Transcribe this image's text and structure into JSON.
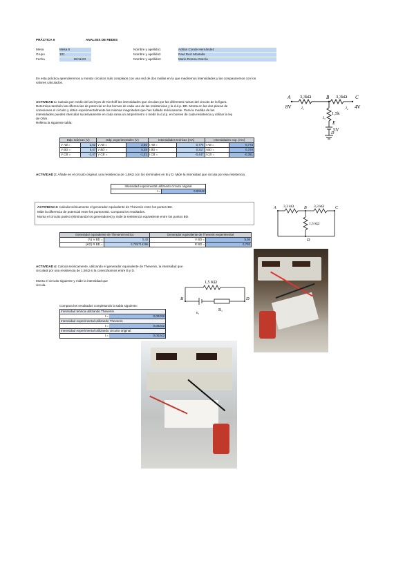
{
  "header": {
    "title": "PRÁCTICA 6",
    "subtitle": "ANALISIS DE REDES",
    "info": [
      {
        "label": "Mesa",
        "value": "Mesa 6"
      },
      {
        "label": "Grupo",
        "value": "101"
      },
      {
        "label": "Fecha",
        "value": "15/11/23"
      }
    ],
    "names": [
      {
        "label": "Nombre y apellido1",
        "value": "Adrián Conde Hernández"
      },
      {
        "label": "Nombre y apellido2",
        "value": "Raul Ruiz Montalla"
      },
      {
        "label": "Nombre y apellido3",
        "value": "Mario Romeu García"
      }
    ]
  },
  "intro": [
    "En esta práctica aprenderemos a montar circuitos más complejos con una red de dos mallas en la que mediremos intensidades y las compararemos con los",
    "valores calculados."
  ],
  "act1": {
    "title": "ACTIVIDAD 1:",
    "lines": [
      " Calcula por medio de las leyes de Kirchoff  las intensidades que circulan por las diferentes ramas del circuito de la figura.",
      "Determina también las diferencias de potencial en los bornes de cada una de las resistencias y la d.d.p. BD. Monta en las dos placas de",
      "conexiones el circuito y obtén experimentalmente las mismas magnitudes que has hallado teóricamente. Para la medida de las",
      "intensidades puedes intercalar sucesivamente en cada rama un amperímetro o medir la d.d.p. en bornes de cada resistencia y utilizar la ley",
      "de Ohm.",
      "Rellena la siguiente tabla:"
    ],
    "table": {
      "headers": [
        "Ddp. teóricas (V)",
        "Ddp. experimentales (V)",
        "Intensidades teóricas (mA)",
        "Intensidades exp. (mA)"
      ],
      "rows": [
        [
          "V AB =",
          "2,52",
          "V AB =",
          "2,55",
          "I AB =",
          "0,774",
          "I AB =",
          "0,773"
        ],
        [
          "V BD =",
          "5,47",
          "V BD =",
          "5,28",
          "I BD =",
          "0,317",
          "I BD =",
          "0,378"
        ],
        [
          "V CB =",
          "-1,47",
          "V CB =",
          "-1,31",
          "I CB =",
          "-0,447",
          "I CB =",
          "-0,351"
        ]
      ]
    }
  },
  "act2": {
    "title": "ACTIVIDAD 2:",
    "text": " Añade en el circuito original, una resistencia de 1,5KΩ con los terminales en B y D. Mide la intensidad que circula por esa resistencia.",
    "table": {
      "header": "Intensidad experimental utilizando circuito original",
      "label": "I =",
      "value": "0,00242"
    }
  },
  "act3": {
    "title": "ACTIVIDAD 3:",
    "lines": [
      " Calcula teóricamente el generador equivalente de Thevenin entre los puntos  BD.",
      "Mide la diferencia de potencial entre los puntos BD. Compara los resultados.",
      "Monta el circuito pasivo (eliminando los generadores) y mide la resistencia equivalente entre los puntos BD."
    ],
    "table": {
      "headers": [
        "Generador equivalente de Thevenin teórico",
        "Generador equivalente de Thevenin experimental"
      ],
      "rows": [
        [
          "(V) V BD =",
          "5,42",
          "V BD =",
          "5,36"
        ],
        [
          "(KΩ) R BD =",
          "0,785714286",
          "R BD =",
          "0,793"
        ]
      ]
    }
  },
  "act4": {
    "title": "ACTIVIDAD 4:",
    "lines": [
      " Calcula teóricamente, utilizando el generador equivalente de Thevenin, la intensidad que",
      "circulará por una resistencia de 1,5KΩ si la conectáramos entre B y D."
    ],
    "lines2": [
      "Monta el circuito siguiente y mide la intensidad que",
      "circula."
    ],
    "compare": "Compara los resultados completando la tabla siguiente:",
    "rows": [
      {
        "label": "Intensidad teórica utilizando Thevenin",
        "key": "I =",
        "value": "0,00238"
      },
      {
        "label": "Intensidad experimental utilizando Thevenin",
        "key": "I =",
        "value": "0,00242"
      },
      {
        "label": "Intensidad experimental utilizando circuito original",
        "key": "I =",
        "value": "0,00242"
      }
    ]
  },
  "fig1": {
    "A": "A",
    "B": "B",
    "C": "C",
    "D": "D",
    "E": "E",
    "r1": "3,3kΩ",
    "r2": "3,3kΩ",
    "r3": "1,5k",
    "v1": "8V",
    "v2": "4V",
    "v3": "5V",
    "i1": "I₁",
    "i2": "I₂",
    "i3": "I₃"
  },
  "fig2": {
    "A": "A",
    "B": "B",
    "C": "C",
    "D": "D",
    "r1": "3,3 kΩ",
    "r2": "3,3 kΩ",
    "r3": "1,5 kΩ"
  },
  "fig3": {
    "B": "B",
    "D": "D",
    "r": "1,5 KΩ",
    "eth": "ε₁",
    "rth": "R₁"
  }
}
